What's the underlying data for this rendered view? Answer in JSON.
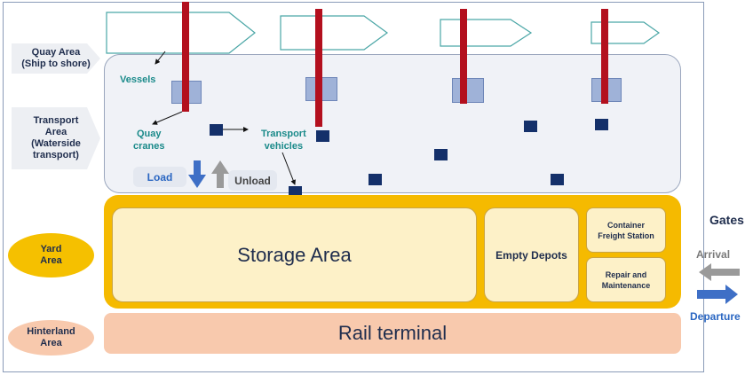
{
  "side_labels": {
    "quay": [
      "Quay Area",
      "(Ship to shore)"
    ],
    "transport": [
      "Transport",
      "Area",
      "(Waterside",
      "transport)"
    ],
    "yard": [
      "Yard",
      "Area"
    ],
    "hinterland": [
      "Hinterland",
      "Area"
    ]
  },
  "quay": {
    "vessels_label": "Vessels",
    "cranes_label": [
      "Quay",
      "cranes"
    ],
    "vehicles_label": [
      "Transport",
      "vehicles"
    ]
  },
  "flow": {
    "load": "Load",
    "unload": "Unload"
  },
  "yard": {
    "storage": "Storage Area",
    "empty_depots": "Empty Depots",
    "cfs": [
      "Container",
      "Freight Station"
    ],
    "repair": [
      "Repair and",
      "Maintenance"
    ]
  },
  "rail": "Rail terminal",
  "gates": {
    "title": "Gates",
    "arrival": "Arrival",
    "departure": "Departure"
  },
  "colors": {
    "crane": "#b3101e",
    "vehicle": "#14306a",
    "yard": "#f5ba00",
    "hinterland": "#f8c9ad",
    "label_teal": "#1a8a8a",
    "arrow_blue": "#3e6fc6",
    "arrow_grey": "#9a9a9a"
  }
}
